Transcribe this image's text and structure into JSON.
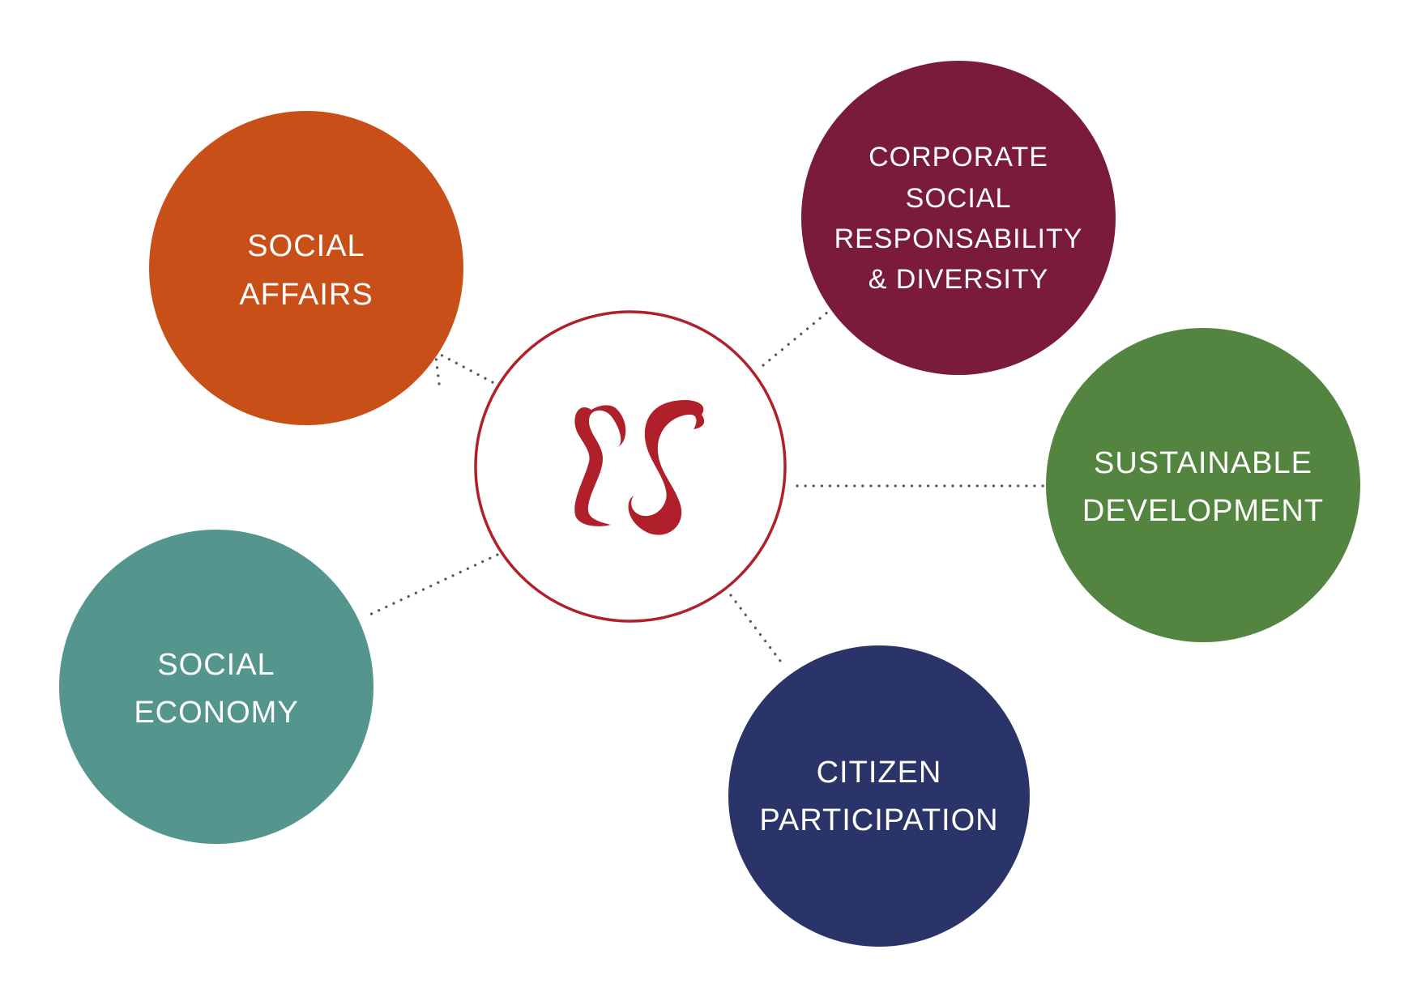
{
  "nodes": [
    {
      "id": "social-affairs",
      "lines": [
        "SOCIAL",
        "AFFAIRS"
      ],
      "color": "#C85018"
    },
    {
      "id": "corporate-social-responsability",
      "lines": [
        "CORPORATE",
        "SOCIAL",
        "RESPONSABILITY",
        "& DIVERSITY"
      ],
      "color": "#7A1A3C"
    },
    {
      "id": "sustainable-development",
      "lines": [
        "SUSTAINABLE",
        "DEVELOPMENT"
      ],
      "color": "#548540"
    },
    {
      "id": "citizen-participation",
      "lines": [
        "CITIZEN",
        "PARTICIPATION"
      ],
      "color": "#2B3468"
    },
    {
      "id": "social-economy",
      "lines": [
        "SOCIAL",
        "ECONOMY"
      ],
      "color": "#54968D"
    }
  ],
  "center": {
    "logo": "ES-monogram-logo",
    "ring_color": "#B0202A",
    "logo_color": "#B0202A"
  },
  "connector_color": "#555555"
}
